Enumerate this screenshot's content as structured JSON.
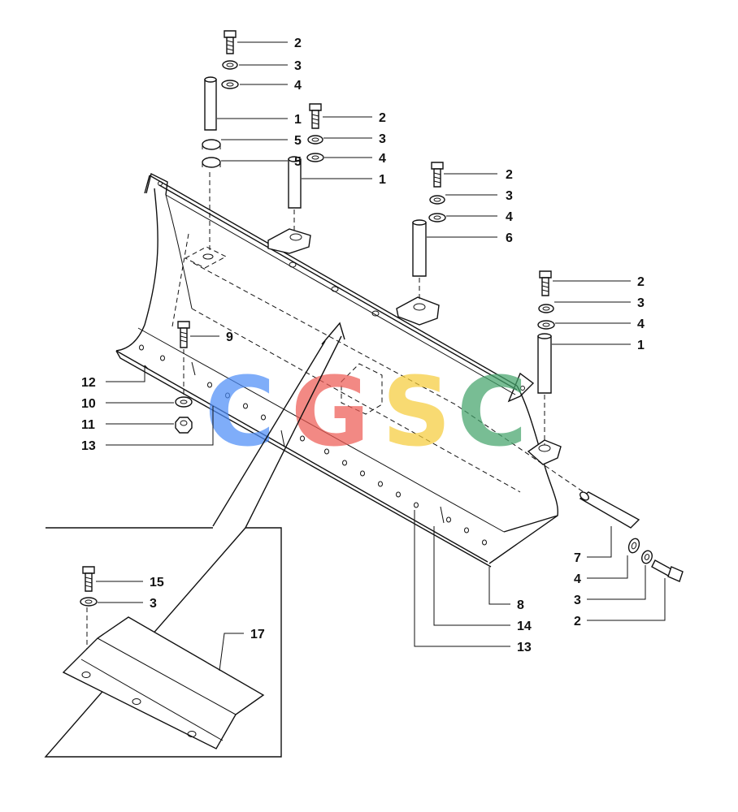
{
  "watermark": {
    "letters": [
      "C",
      "G",
      "S",
      "C"
    ],
    "colors": [
      "#4f8ef7",
      "#ee5c55",
      "#f6cd3c",
      "#45a46c"
    ]
  },
  "callouts": {
    "a_2": "2",
    "a_3": "3",
    "a_4": "4",
    "a_1": "1",
    "a_5a": "5",
    "a_5b": "5",
    "b_2": "2",
    "b_3": "3",
    "b_4": "4",
    "b_1": "1",
    "c_2": "2",
    "c_3": "3",
    "c_4": "4",
    "c_6": "6",
    "d_2": "2",
    "d_3": "3",
    "d_4": "4",
    "d_1": "1",
    "e_9": "9",
    "e_12": "12",
    "e_10": "10",
    "e_11": "11",
    "e_13": "13",
    "f_7": "7",
    "f_4": "4",
    "f_3": "3",
    "f_2": "2",
    "g_8": "8",
    "g_14": "14",
    "g_13": "13",
    "i_15": "15",
    "i_3": "3",
    "i_17": "17"
  }
}
